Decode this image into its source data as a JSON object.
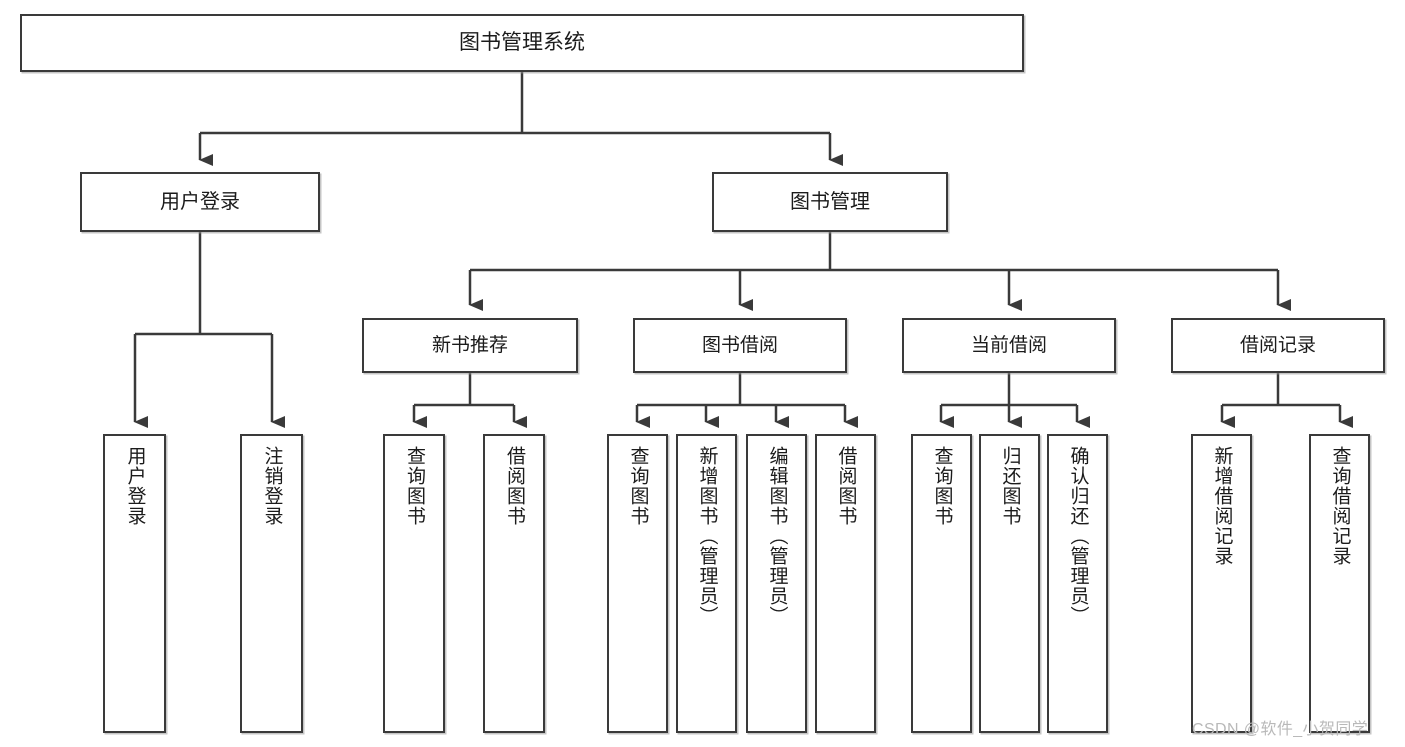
{
  "diagram": {
    "title": "图书管理系统",
    "type": "tree-hierarchy",
    "watermark": "CSDN @软件_小贺同学",
    "colors": {
      "stroke": "#3a3a3a",
      "fill": "#ffffff",
      "text": "#1b1b1b",
      "watermark": "#b9b9b9"
    },
    "root": {
      "label": "图书管理系统"
    },
    "level1": [
      {
        "label": "用户登录"
      },
      {
        "label": "图书管理"
      }
    ],
    "level2": [
      {
        "label": "新书推荐"
      },
      {
        "label": "图书借阅"
      },
      {
        "label": "当前借阅"
      },
      {
        "label": "借阅记录"
      }
    ],
    "leaves": {
      "user_login": [
        {
          "label": "用户登录"
        },
        {
          "label": "注销登录"
        }
      ],
      "new_book": [
        {
          "label": "查询图书"
        },
        {
          "label": "借阅图书"
        }
      ],
      "book_borrow": [
        {
          "label": "查询图书"
        },
        {
          "label": "新增图书（管理员）"
        },
        {
          "label": "编辑图书（管理员）"
        },
        {
          "label": "借阅图书"
        }
      ],
      "current_borrow": [
        {
          "label": "查询图书"
        },
        {
          "label": "归还图书"
        },
        {
          "label": "确认归还（管理员）"
        }
      ],
      "borrow_record": [
        {
          "label": "新增借阅记录"
        },
        {
          "label": "查询借阅记录"
        }
      ]
    }
  }
}
